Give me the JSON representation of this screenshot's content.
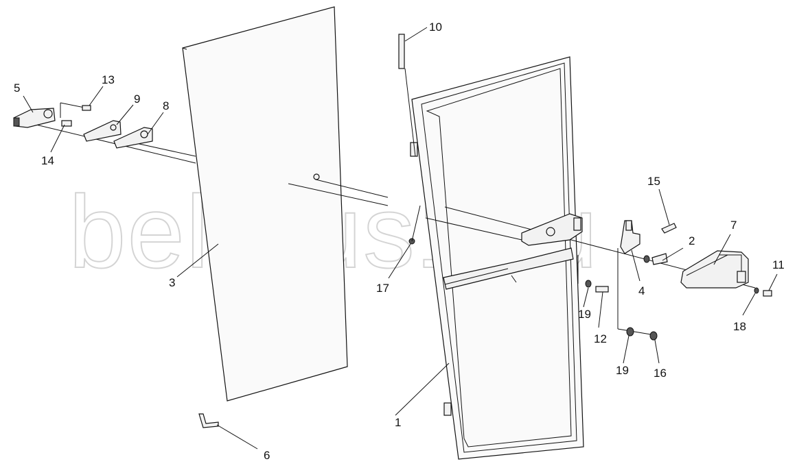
{
  "watermark": "belarus1.ru",
  "callouts": [
    {
      "id": "1",
      "text": "1"
    },
    {
      "id": "2",
      "text": "2"
    },
    {
      "id": "3",
      "text": "3"
    },
    {
      "id": "4",
      "text": "4"
    },
    {
      "id": "5",
      "text": "5"
    },
    {
      "id": "6",
      "text": "6"
    },
    {
      "id": "7",
      "text": "7"
    },
    {
      "id": "8",
      "text": "8"
    },
    {
      "id": "9",
      "text": "9"
    },
    {
      "id": "10",
      "text": "10"
    },
    {
      "id": "11",
      "text": "11"
    },
    {
      "id": "12",
      "text": "12"
    },
    {
      "id": "13",
      "text": "13"
    },
    {
      "id": "14",
      "text": "14"
    },
    {
      "id": "15",
      "text": "15"
    },
    {
      "id": "16",
      "text": "16"
    },
    {
      "id": "17",
      "text": "17"
    },
    {
      "id": "18",
      "text": "18"
    },
    {
      "id": "19a",
      "text": "19"
    },
    {
      "id": "19b",
      "text": "19"
    }
  ]
}
